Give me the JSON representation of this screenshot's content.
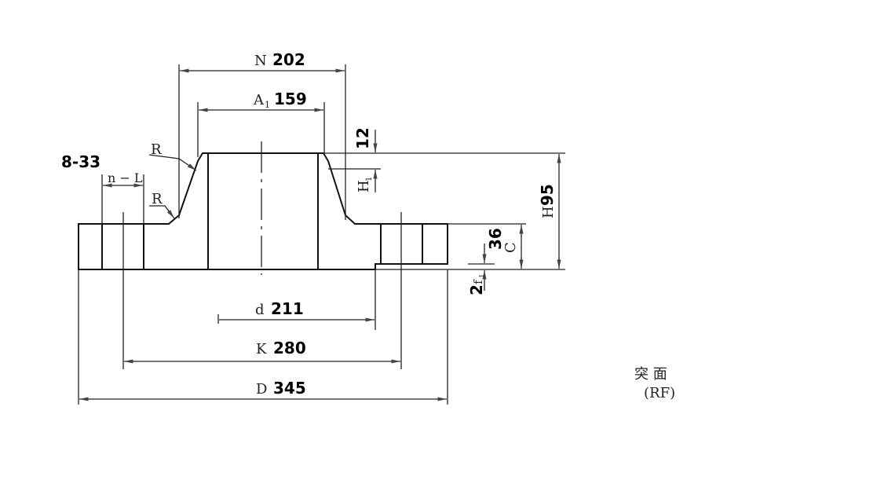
{
  "labels": {
    "n_prefix": "N",
    "n_value": "202",
    "a1_prefix": "A",
    "a1_sub": "1",
    "a1_value": "159",
    "h1_value": "12",
    "h1_prefix": "H",
    "h1_sub": "1",
    "bolt_value": "8-33",
    "bolt_prefix": "n − L",
    "r_upper": "R",
    "r_lower": "R",
    "h_prefix": "H",
    "h_value": "95",
    "c_value": "36",
    "c_prefix": "C",
    "f1_value": "2",
    "f1_prefix": "f",
    "f1_sub": "1",
    "d_prefix": "d",
    "d_value": "211",
    "k_prefix": "K",
    "k_value": "280",
    "dd_prefix": "D",
    "dd_value": "345",
    "face_type": "突 面",
    "face_type_abbr": "(RF)"
  }
}
